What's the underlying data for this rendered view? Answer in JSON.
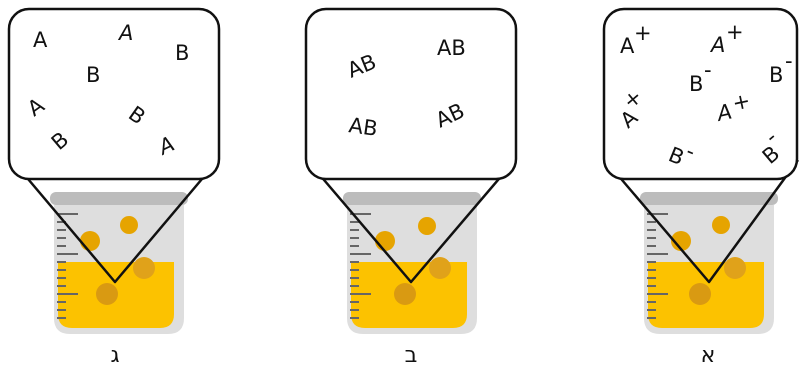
{
  "panels": [
    {
      "label": "ג",
      "particles": [
        "A",
        "A",
        "B",
        "B",
        "A",
        "B",
        "B",
        "A"
      ]
    },
    {
      "label": "ב",
      "particles": [
        "AB",
        "AB",
        "AB",
        "AB"
      ]
    },
    {
      "label": "א",
      "particles": [
        "A",
        "+",
        "A",
        "+",
        "B",
        "-",
        "B",
        "-",
        "A",
        "+",
        "A",
        "+",
        "B",
        "-",
        "B",
        "-"
      ]
    }
  ],
  "colors": {
    "liquid": "#fcc200",
    "bubble": "#e6a400",
    "bubble_sunk": "#d99a12",
    "glass": "#dedede",
    "glass_rim": "#bcbcbc",
    "scale": "#666666",
    "outline": "#111111"
  }
}
